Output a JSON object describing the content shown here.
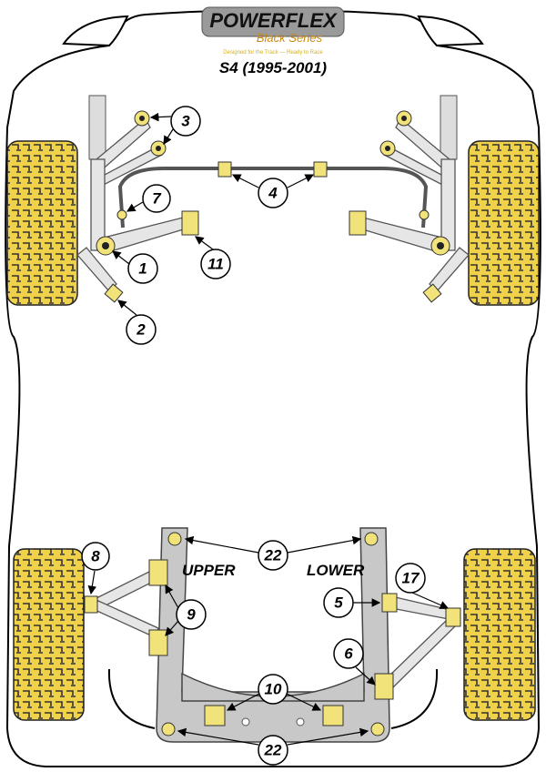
{
  "logo": {
    "brand": "POWERFLEX",
    "series": "Black Series",
    "tagline": "Designed for the Track — Ready to Race"
  },
  "title": "S4 (1995-2001)",
  "labels": {
    "upper": "UPPER",
    "lower": "LOWER"
  },
  "callouts": {
    "c1": "1",
    "c2": "2",
    "c3": "3",
    "c4": "4",
    "c5": "5",
    "c6": "6",
    "c7": "7",
    "c8": "8",
    "c9": "9",
    "c10": "10",
    "c11": "11",
    "c17": "17",
    "c22a": "22",
    "c22b": "22"
  },
  "colors": {
    "tyre": "#f0d24a",
    "tread": "#333333",
    "bush": "#f2e27a",
    "frame": "#c8c8c8"
  }
}
